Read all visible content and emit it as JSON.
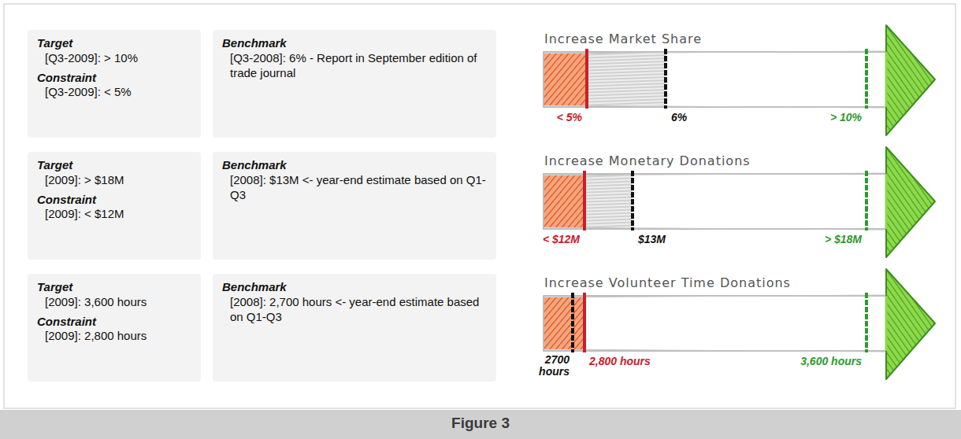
{
  "diagram": {
    "caption": "Figure 3",
    "nodes": [
      {
        "text": [
          "Target",
          "[Q3-2009]: > 10%",
          "Constraint",
          "[Q3-2009]: < 5%"
        ]
      },
      {
        "text": [
          "Benchmark",
          "[Q3-2008]: 6% - Report in September edition of trade journal"
        ]
      },
      {
        "text": [
          "Increase Market Share"
        ]
      },
      {
        "text": [
          "Target",
          "[2009]: > $18M",
          "Constraint",
          "[2009]: < $12M"
        ]
      },
      {
        "text": [
          "Benchmark",
          "[2008]: $13M <- year-end estimate based on Q1-Q3"
        ]
      },
      {
        "text": [
          "Increase Monetary Donations"
        ]
      },
      {
        "text": [
          "Target",
          "[2009]: 3,600 hours",
          "Constraint",
          "[2009]: 2,800 hours"
        ]
      },
      {
        "text": [
          "Benchmark",
          "[2008]: 2,700 hours <- year-end estimate based on Q1-Q3"
        ]
      },
      {
        "text": [
          "Increase Volunteer Time Donations"
        ]
      }
    ],
    "labels": [
      "< 5%",
      "6%",
      "> 10%",
      "< $12M",
      "$13M",
      "> $18M",
      "2700 hours",
      "2,800 hours",
      "3,600 hours"
    ]
  }
}
